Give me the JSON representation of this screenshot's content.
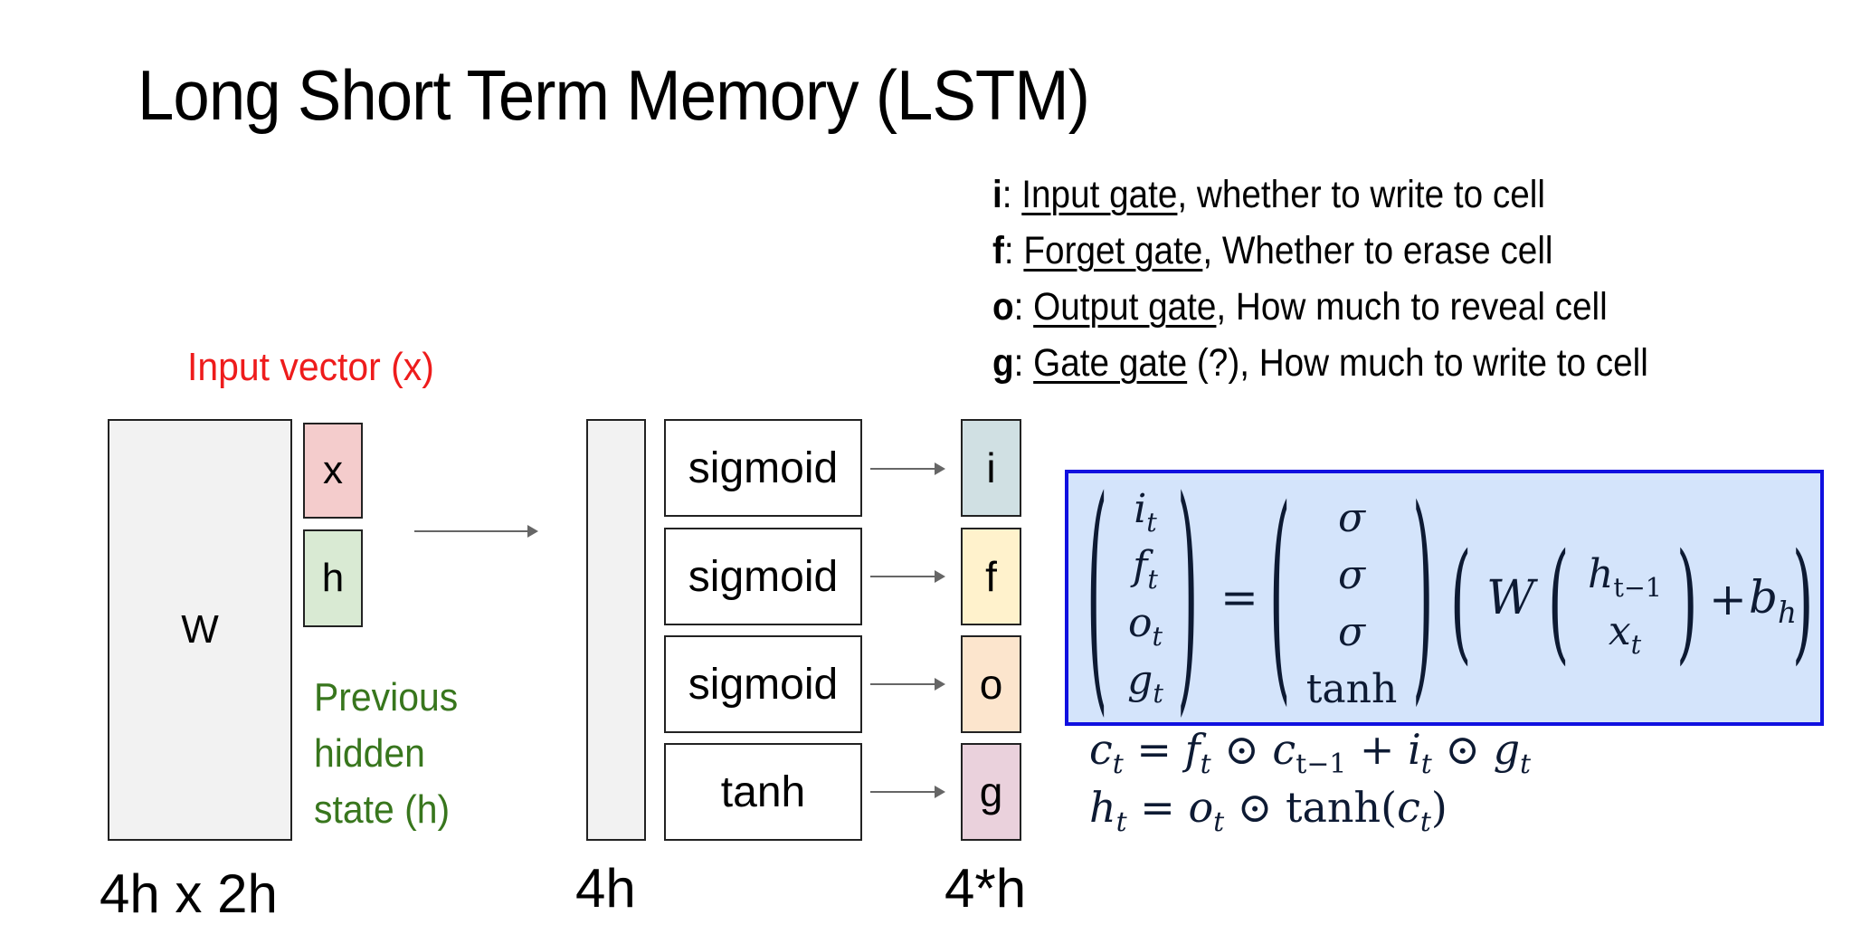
{
  "title": "Long Short Term Memory (LSTM)",
  "gates": [
    {
      "key": "i",
      "name": "Input gate",
      "rest": ", whether to write to cell"
    },
    {
      "key": "f",
      "name": "Forget gate",
      "rest": ", Whether to erase cell"
    },
    {
      "key": "o",
      "name": "Output gate",
      "rest": ", How much to reveal cell"
    },
    {
      "key": "g",
      "name": "Gate gate",
      "rest": " (?), How much to write to cell"
    }
  ],
  "diagram": {
    "input_label": "Input vector (x)",
    "prev_hidden_label": [
      "Previous",
      "hidden",
      "state (h)"
    ],
    "w_label": "W",
    "x_label": "x",
    "h_label": "h",
    "w_dims": "4h x 2h",
    "preact_dims": "4h",
    "gates_dims": "4*h",
    "activations": [
      "sigmoid",
      "sigmoid",
      "sigmoid",
      "tanh"
    ],
    "gate_letters": [
      "i",
      "f",
      "o",
      "g"
    ],
    "colors": {
      "w_fill": "#f2f2f2",
      "x_fill": "#f4cccc",
      "h_fill": "#d9ead3",
      "gate_fills": [
        "#d0e0e3",
        "#fff2cc",
        "#fce5cd",
        "#ead1dc"
      ],
      "input_label": "#ee1c1c",
      "prev_hidden_label": "#38761d",
      "equation_box_fill": "#d4e4fb",
      "equation_box_border": "#1010e0"
    }
  },
  "equations": {
    "lhs": [
      "i",
      "f",
      "o",
      "g"
    ],
    "lhs_sub": "t",
    "activations": [
      "σ",
      "σ",
      "σ",
      "tanh"
    ],
    "W": "W",
    "h_prev": "h",
    "h_prev_sub": "t−1",
    "x_t": "x",
    "x_sub": "t",
    "bias": "b",
    "bias_sub": "h",
    "cell_update": "c_t = f_t ⊙ c_{t−1} + i_t ⊙ g_t",
    "hidden_update": "h_t = o_t ⊙ tanh(c_t)"
  }
}
